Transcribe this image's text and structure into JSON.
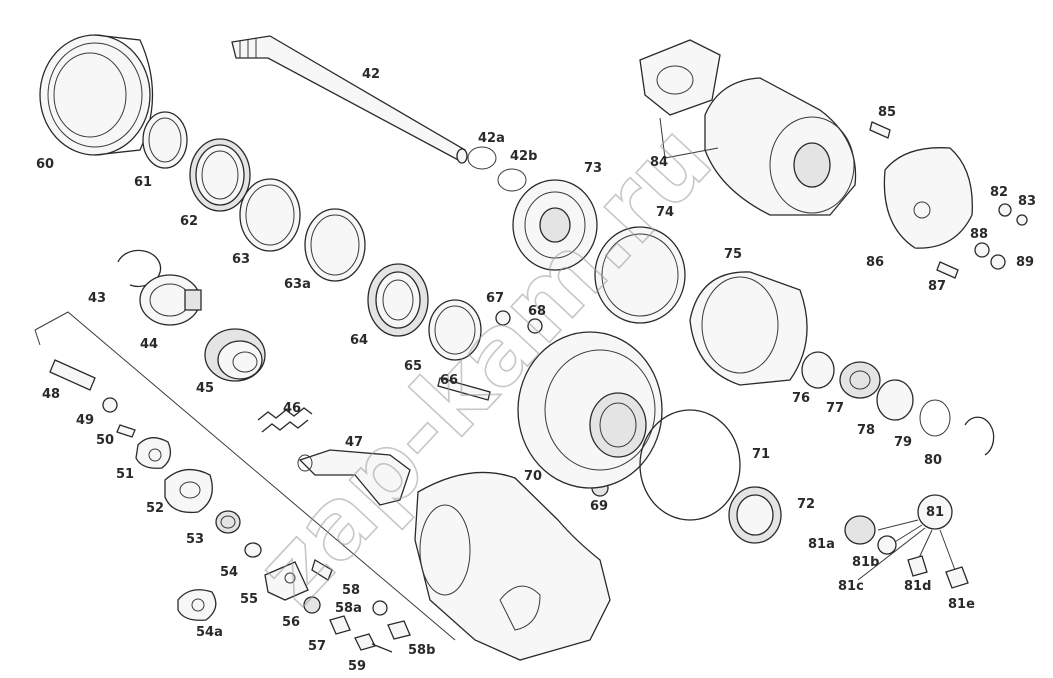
{
  "diagram": {
    "watermark": "zap-kam.ru",
    "corner_mark": "",
    "labels": {
      "l42": "42",
      "l42a": "42a",
      "l42b": "42b",
      "l43": "43",
      "l44": "44",
      "l45": "45",
      "l46": "46",
      "l47": "47",
      "l48": "48",
      "l49": "49",
      "l50": "50",
      "l51": "51",
      "l52": "52",
      "l53": "53",
      "l54": "54",
      "l54a": "54a",
      "l55": "55",
      "l56": "56",
      "l57": "57",
      "l58": "58",
      "l58a": "58a",
      "l58b": "58b",
      "l59": "59",
      "l60": "60",
      "l61": "61",
      "l62": "62",
      "l63": "63",
      "l63a": "63a",
      "l64": "64",
      "l65": "65",
      "l66": "66",
      "l67": "67",
      "l68": "68",
      "l69": "69",
      "l70": "70",
      "l71": "71",
      "l72": "72",
      "l73": "73",
      "l74": "74",
      "l75": "75",
      "l76": "76",
      "l77": "77",
      "l78": "78",
      "l79": "79",
      "l80": "80",
      "l81": "81",
      "l81a": "81a",
      "l81b": "81b",
      "l81c": "81c",
      "l81d": "81d",
      "l81e": "81e",
      "l82": "82",
      "l83": "83",
      "l84": "84",
      "l85": "85",
      "l86": "86",
      "l87": "87",
      "l88": "88",
      "l89": "89"
    }
  }
}
